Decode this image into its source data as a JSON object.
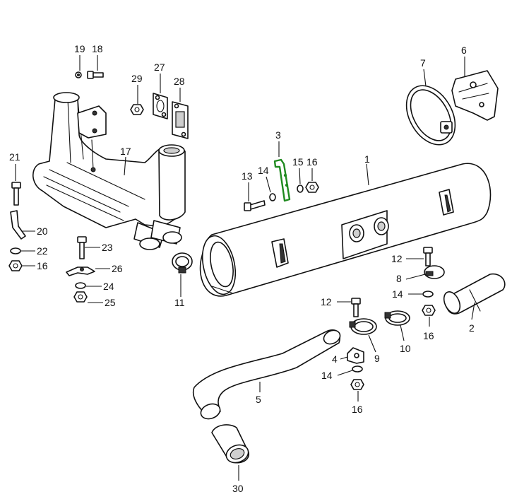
{
  "diagram": {
    "highlight_color": "#1f8a1f",
    "callouts": {
      "p1": "1",
      "p2": "2",
      "p3": "3",
      "p4": "4",
      "p5": "5",
      "p6": "6",
      "p7": "7",
      "p8": "8",
      "p9": "9",
      "p10": "10",
      "p11": "11",
      "p12a": "12",
      "p12b": "12",
      "p13": "13",
      "p14a": "14",
      "p14b": "14",
      "p14c": "14",
      "p15": "15",
      "p16a": "16",
      "p16b": "16",
      "p16c": "16",
      "p16d": "16",
      "p17": "17",
      "p18": "18",
      "p19": "19",
      "p20": "20",
      "p21": "21",
      "p22": "22",
      "p23": "23",
      "p24": "24",
      "p25": "25",
      "p26": "26",
      "p27": "27",
      "p28": "28",
      "p29": "29",
      "p30": "30"
    }
  }
}
